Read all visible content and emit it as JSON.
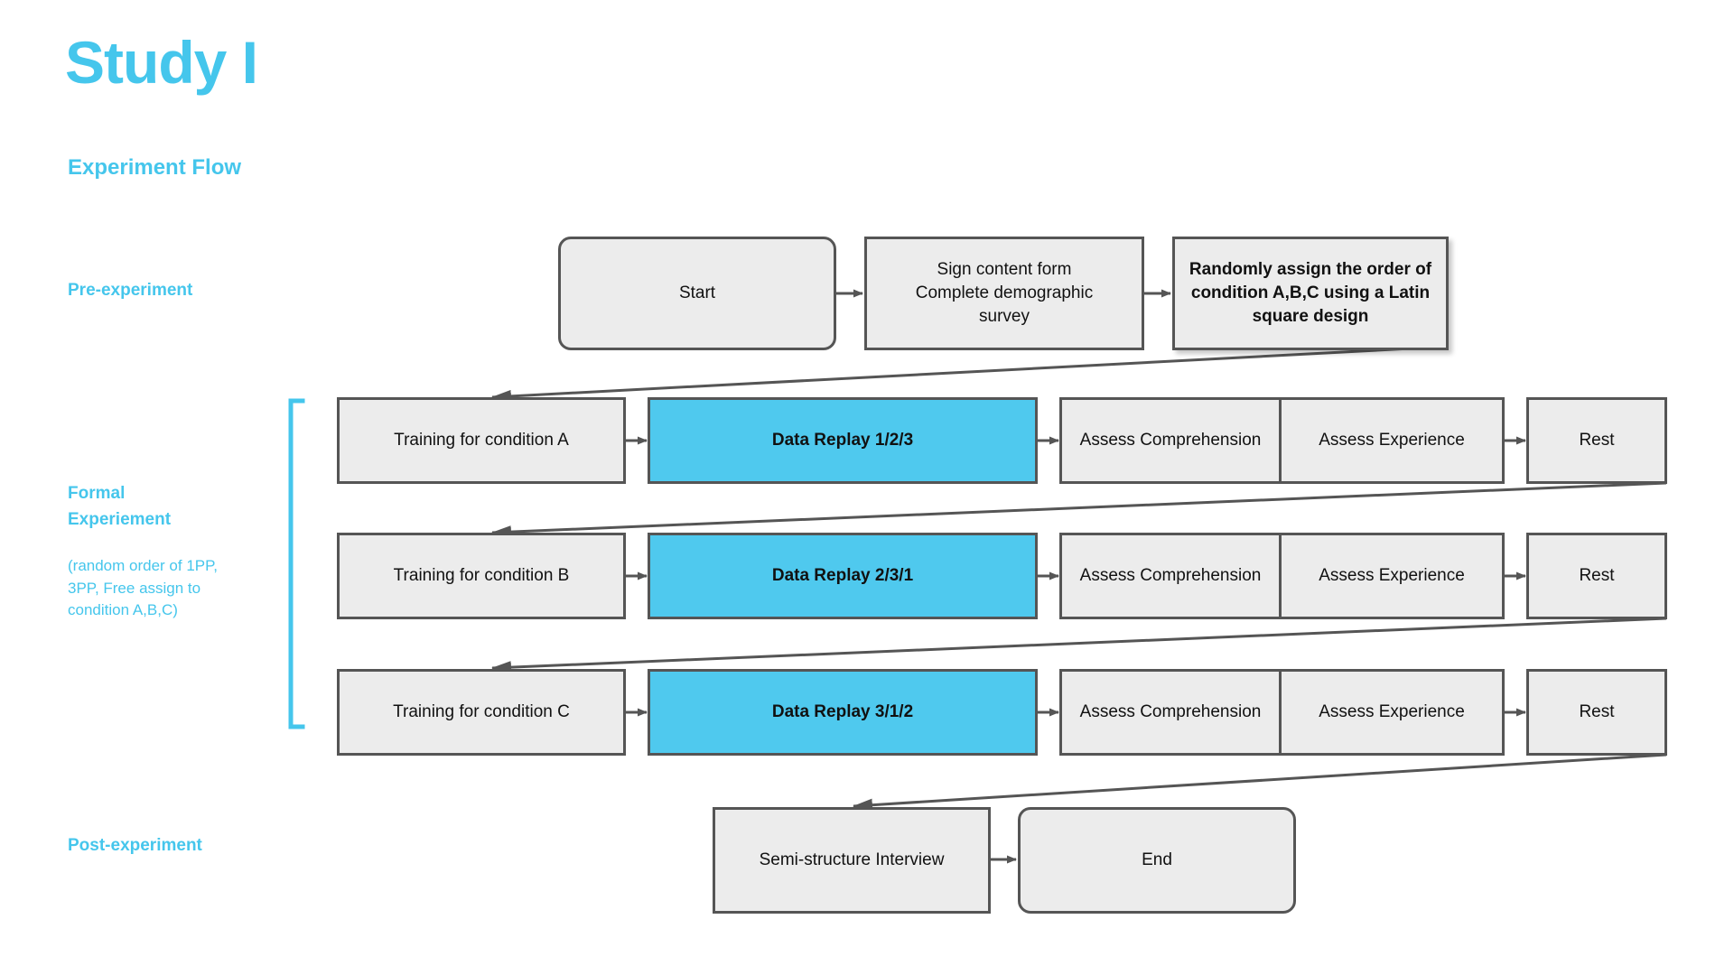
{
  "header": {
    "title": "Study I",
    "subtitle": "Experiment Flow",
    "accent_color": "#45C6EC"
  },
  "colors": {
    "accent": "#45C6EC",
    "highlight_fill": "#4FC9EE",
    "node_fill": "#ECECEC",
    "node_border": "#555555",
    "arrow": "#555555",
    "background": "#FFFFFF"
  },
  "stages": {
    "pre": {
      "label": "Pre-experiment"
    },
    "formal": {
      "label_line1": "Formal",
      "label_line2": "Experiement",
      "note": "(random order of 1PP, 3PP, Free assign to condition A,B,C)"
    },
    "post": {
      "label": "Post-experiment"
    }
  },
  "flow": {
    "pre_row": [
      {
        "id": "start",
        "text": "Start",
        "shape": "rounded",
        "emphasis": "normal"
      },
      {
        "id": "consent",
        "text": "Sign content form\nComplete demographic\nsurvey",
        "shape": "rect",
        "emphasis": "normal"
      },
      {
        "id": "latin-square",
        "text": "Randomly assign the order of condition A,B,C using a Latin square design",
        "shape": "rect",
        "emphasis": "bold"
      }
    ],
    "condition_rows": [
      {
        "id": "row-a",
        "training": "Training for condition A",
        "replay": "Data Replay 1/2/3",
        "assess_comprehension": "Assess Comprehension",
        "assess_experience": "Assess Experience",
        "rest": "Rest"
      },
      {
        "id": "row-b",
        "training": "Training for condition B",
        "replay": "Data Replay 2/3/1",
        "assess_comprehension": "Assess Comprehension",
        "assess_experience": "Assess Experience",
        "rest": "Rest"
      },
      {
        "id": "row-c",
        "training": "Training for condition C",
        "replay": "Data Replay 3/1/2",
        "assess_comprehension": "Assess Comprehension",
        "assess_experience": "Assess Experience",
        "rest": "Rest"
      }
    ],
    "post_row": [
      {
        "id": "interview",
        "text": "Semi-structure Interview",
        "shape": "rect",
        "emphasis": "normal"
      },
      {
        "id": "end",
        "text": "End",
        "shape": "rounded",
        "emphasis": "normal"
      }
    ]
  }
}
